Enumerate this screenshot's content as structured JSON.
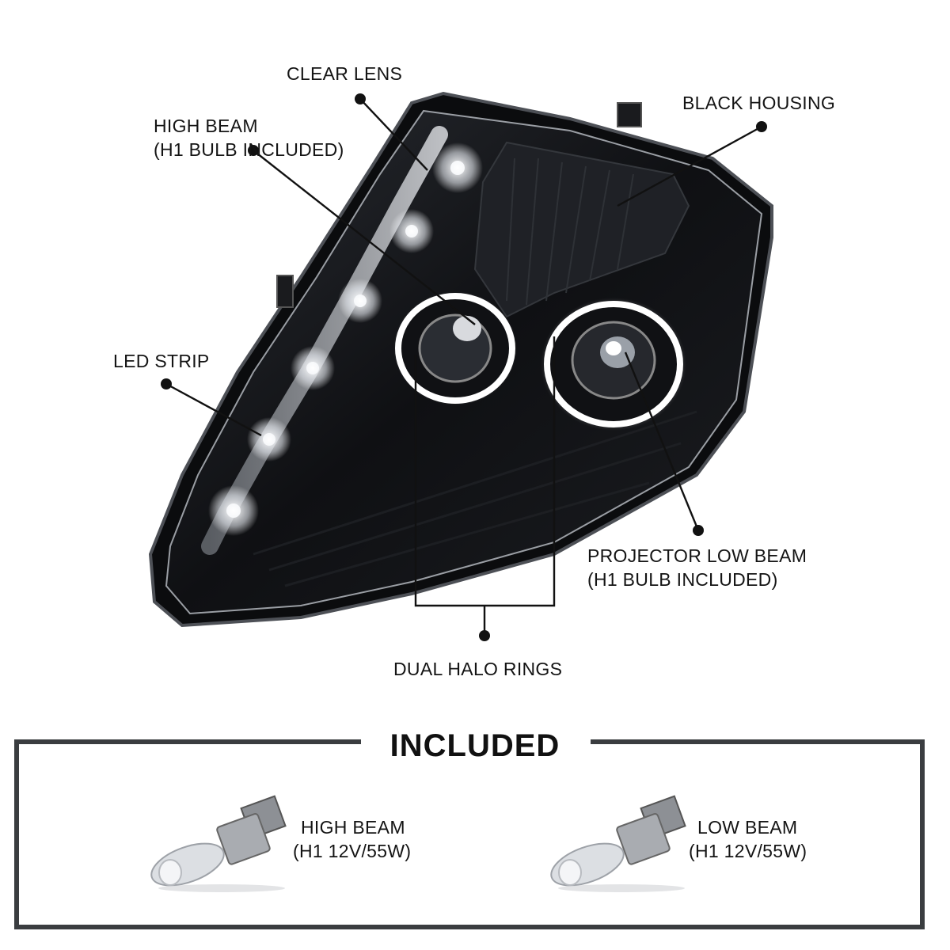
{
  "callouts": {
    "clear_lens": "CLEAR LENS",
    "black_housing": "BLACK HOUSING",
    "high_beam_line1": "HIGH BEAM",
    "high_beam_line2": "(H1 BULB INCLUDED)",
    "led_strip": "LED STRIP",
    "projector_line1": "PROJECTOR LOW BEAM",
    "projector_line2": "(H1 BULB INCLUDED)",
    "halo": "DUAL HALO RINGS"
  },
  "included": {
    "title": "INCLUDED",
    "items": [
      {
        "line1": "HIGH BEAM",
        "line2": "(H1 12V/55W)"
      },
      {
        "line1": "LOW BEAM",
        "line2": "(H1 12V/55W)"
      }
    ]
  },
  "colors": {
    "housing": "#0b0c0e",
    "chrome": "#c9ccd0",
    "frame": "#3a3d40",
    "glow": "#ffffff"
  }
}
